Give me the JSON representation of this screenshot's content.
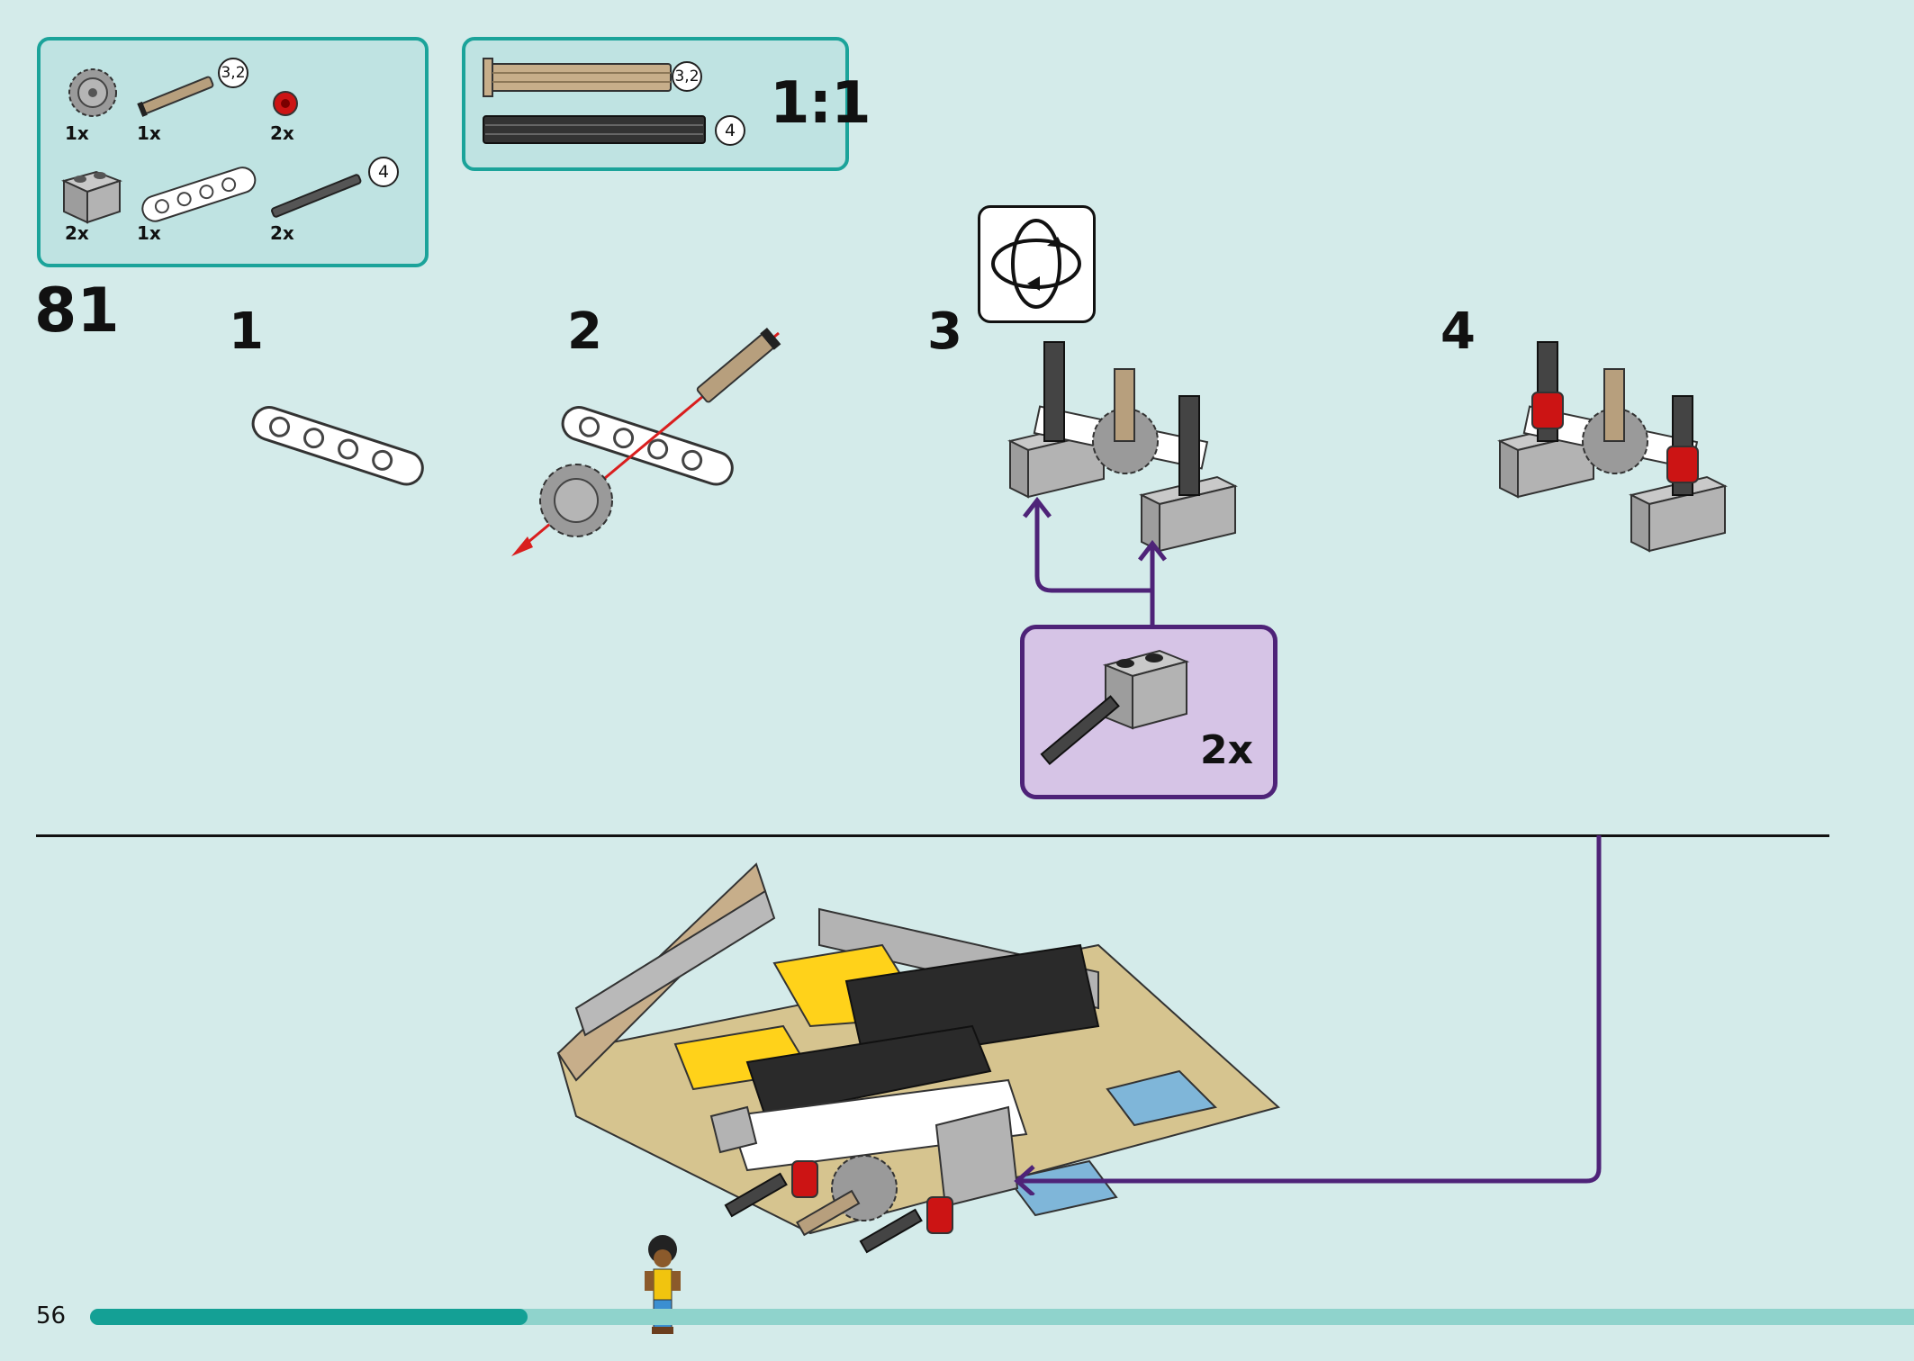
{
  "page": {
    "number": "56",
    "progress": 0.24
  },
  "parts_list": {
    "items": [
      {
        "name": "gear",
        "qty": "1x"
      },
      {
        "name": "axle-with-stop",
        "qty": "1x",
        "length": "3,2"
      },
      {
        "name": "red-bush",
        "qty": "2x"
      },
      {
        "name": "brick-with-axle-hole",
        "qty": "2x"
      },
      {
        "name": "white-liftarm",
        "qty": "1x"
      },
      {
        "name": "dark-axle",
        "qty": "2x",
        "length": "4"
      }
    ]
  },
  "ruler": {
    "scale": "1:1",
    "items": [
      {
        "name": "tan-axle",
        "length": "3,2"
      },
      {
        "name": "dark-axle",
        "length": "4"
      }
    ]
  },
  "steps": {
    "main": "81",
    "sub": [
      "1",
      "2",
      "3",
      "4"
    ]
  },
  "callout": {
    "qty": "2x"
  },
  "icons": {
    "rotate": "rotate-model-icon"
  },
  "colors": {
    "background": "#d4ebea",
    "box_border": "#1ba39a",
    "callout_border": "#4e2378",
    "callout_fill": "#d6c4e6",
    "progress": "#14a095"
  }
}
